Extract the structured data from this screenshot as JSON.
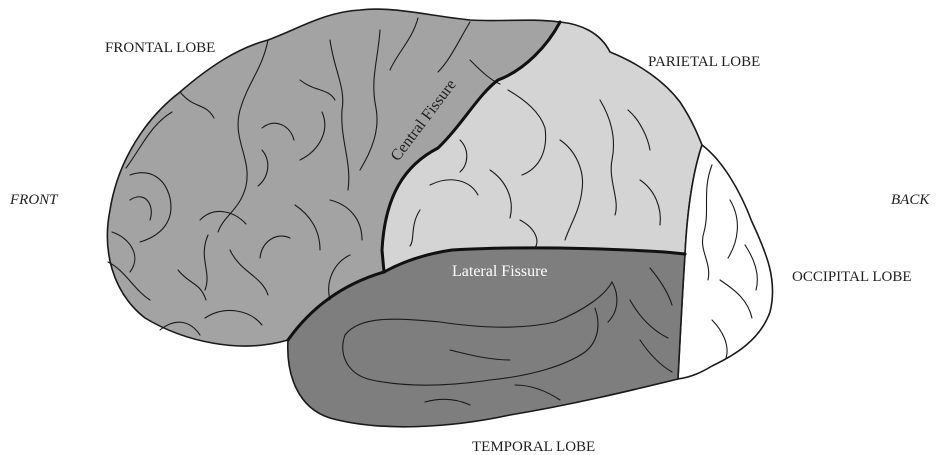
{
  "labels": {
    "frontal_lobe": "FRONTAL LOBE",
    "parietal_lobe": "PARIETAL LOBE",
    "occipital_lobe": "OCCIPITAL LOBE",
    "temporal_lobe": "TEMPORAL LOBE",
    "front": "FRONT",
    "back": "BACK",
    "central_fissure": "Central Fissure",
    "lateral_fissure": "Lateral Fissure"
  },
  "colors": {
    "frontal": "#a3a3a3",
    "parietal": "#d4d4d4",
    "temporal": "#7e7e7e",
    "occipital": "#ffffff",
    "central_fissure_text": "#1f1f1f",
    "lateral_fissure_text": "#ffffff"
  }
}
